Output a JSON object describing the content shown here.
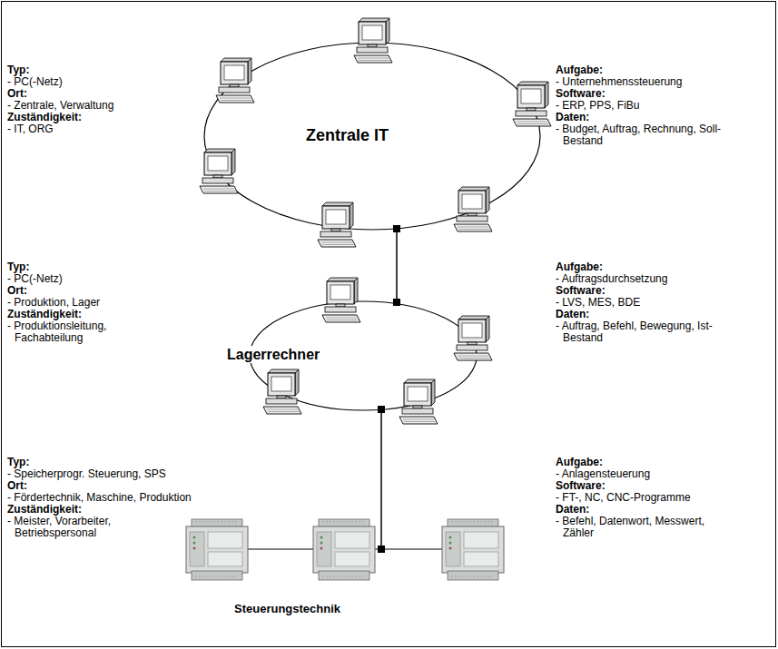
{
  "diagram": {
    "nodes": [
      {
        "text": [
          "Zentrale IT"
        ]
      },
      {
        "text": [
          "Lagerrechner"
        ]
      },
      {
        "text": [
          "Steuerungstechnik"
        ]
      }
    ],
    "edges": [
      {
        "from": 0,
        "to": 1,
        "arrow": "none"
      },
      {
        "from": 1,
        "to": 2,
        "arrow": "none"
      }
    ],
    "labels": [
      "Typ:",
      "- PC(-Netz)",
      "Ort:",
      "- Zentrale, Verwaltung",
      "Zuständigkeit:",
      "- IT, ORG",
      "Aufgabe:",
      "- Unternehmenssteuerung",
      "Software:",
      "- ERP, PPS, FiBu",
      "Daten:",
      "- Budget, Auftrag, Rechnung, Soll-Bestand",
      "Typ:",
      "- PC(-Netz)",
      "Ort:",
      "- Produktion, Lager",
      "Zuständigkeit:",
      "- Produktionsleitung, Fachabteilung",
      "Aufgabe:",
      "- Auftragsdurchsetzung",
      "Software:",
      "- LVS, MES, BDE",
      "Daten:",
      "- Auftrag, Befehl, Bewegung, Ist-Bestand",
      "Typ:",
      "- Speicherprogr. Steuerung, SPS",
      "Ort:",
      "- Fördertechnik, Maschine, Produktion",
      "Zuständigkeit:",
      "- Meister, Vorarbeiter, Betriebspersonal",
      "Aufgabe:",
      "- Anlagensteuerung",
      "Software:",
      "- FT-, NC, CNC-Programme",
      "Daten:",
      "- Befehl, Datenwort, Messwert, Zähler"
    ]
  }
}
